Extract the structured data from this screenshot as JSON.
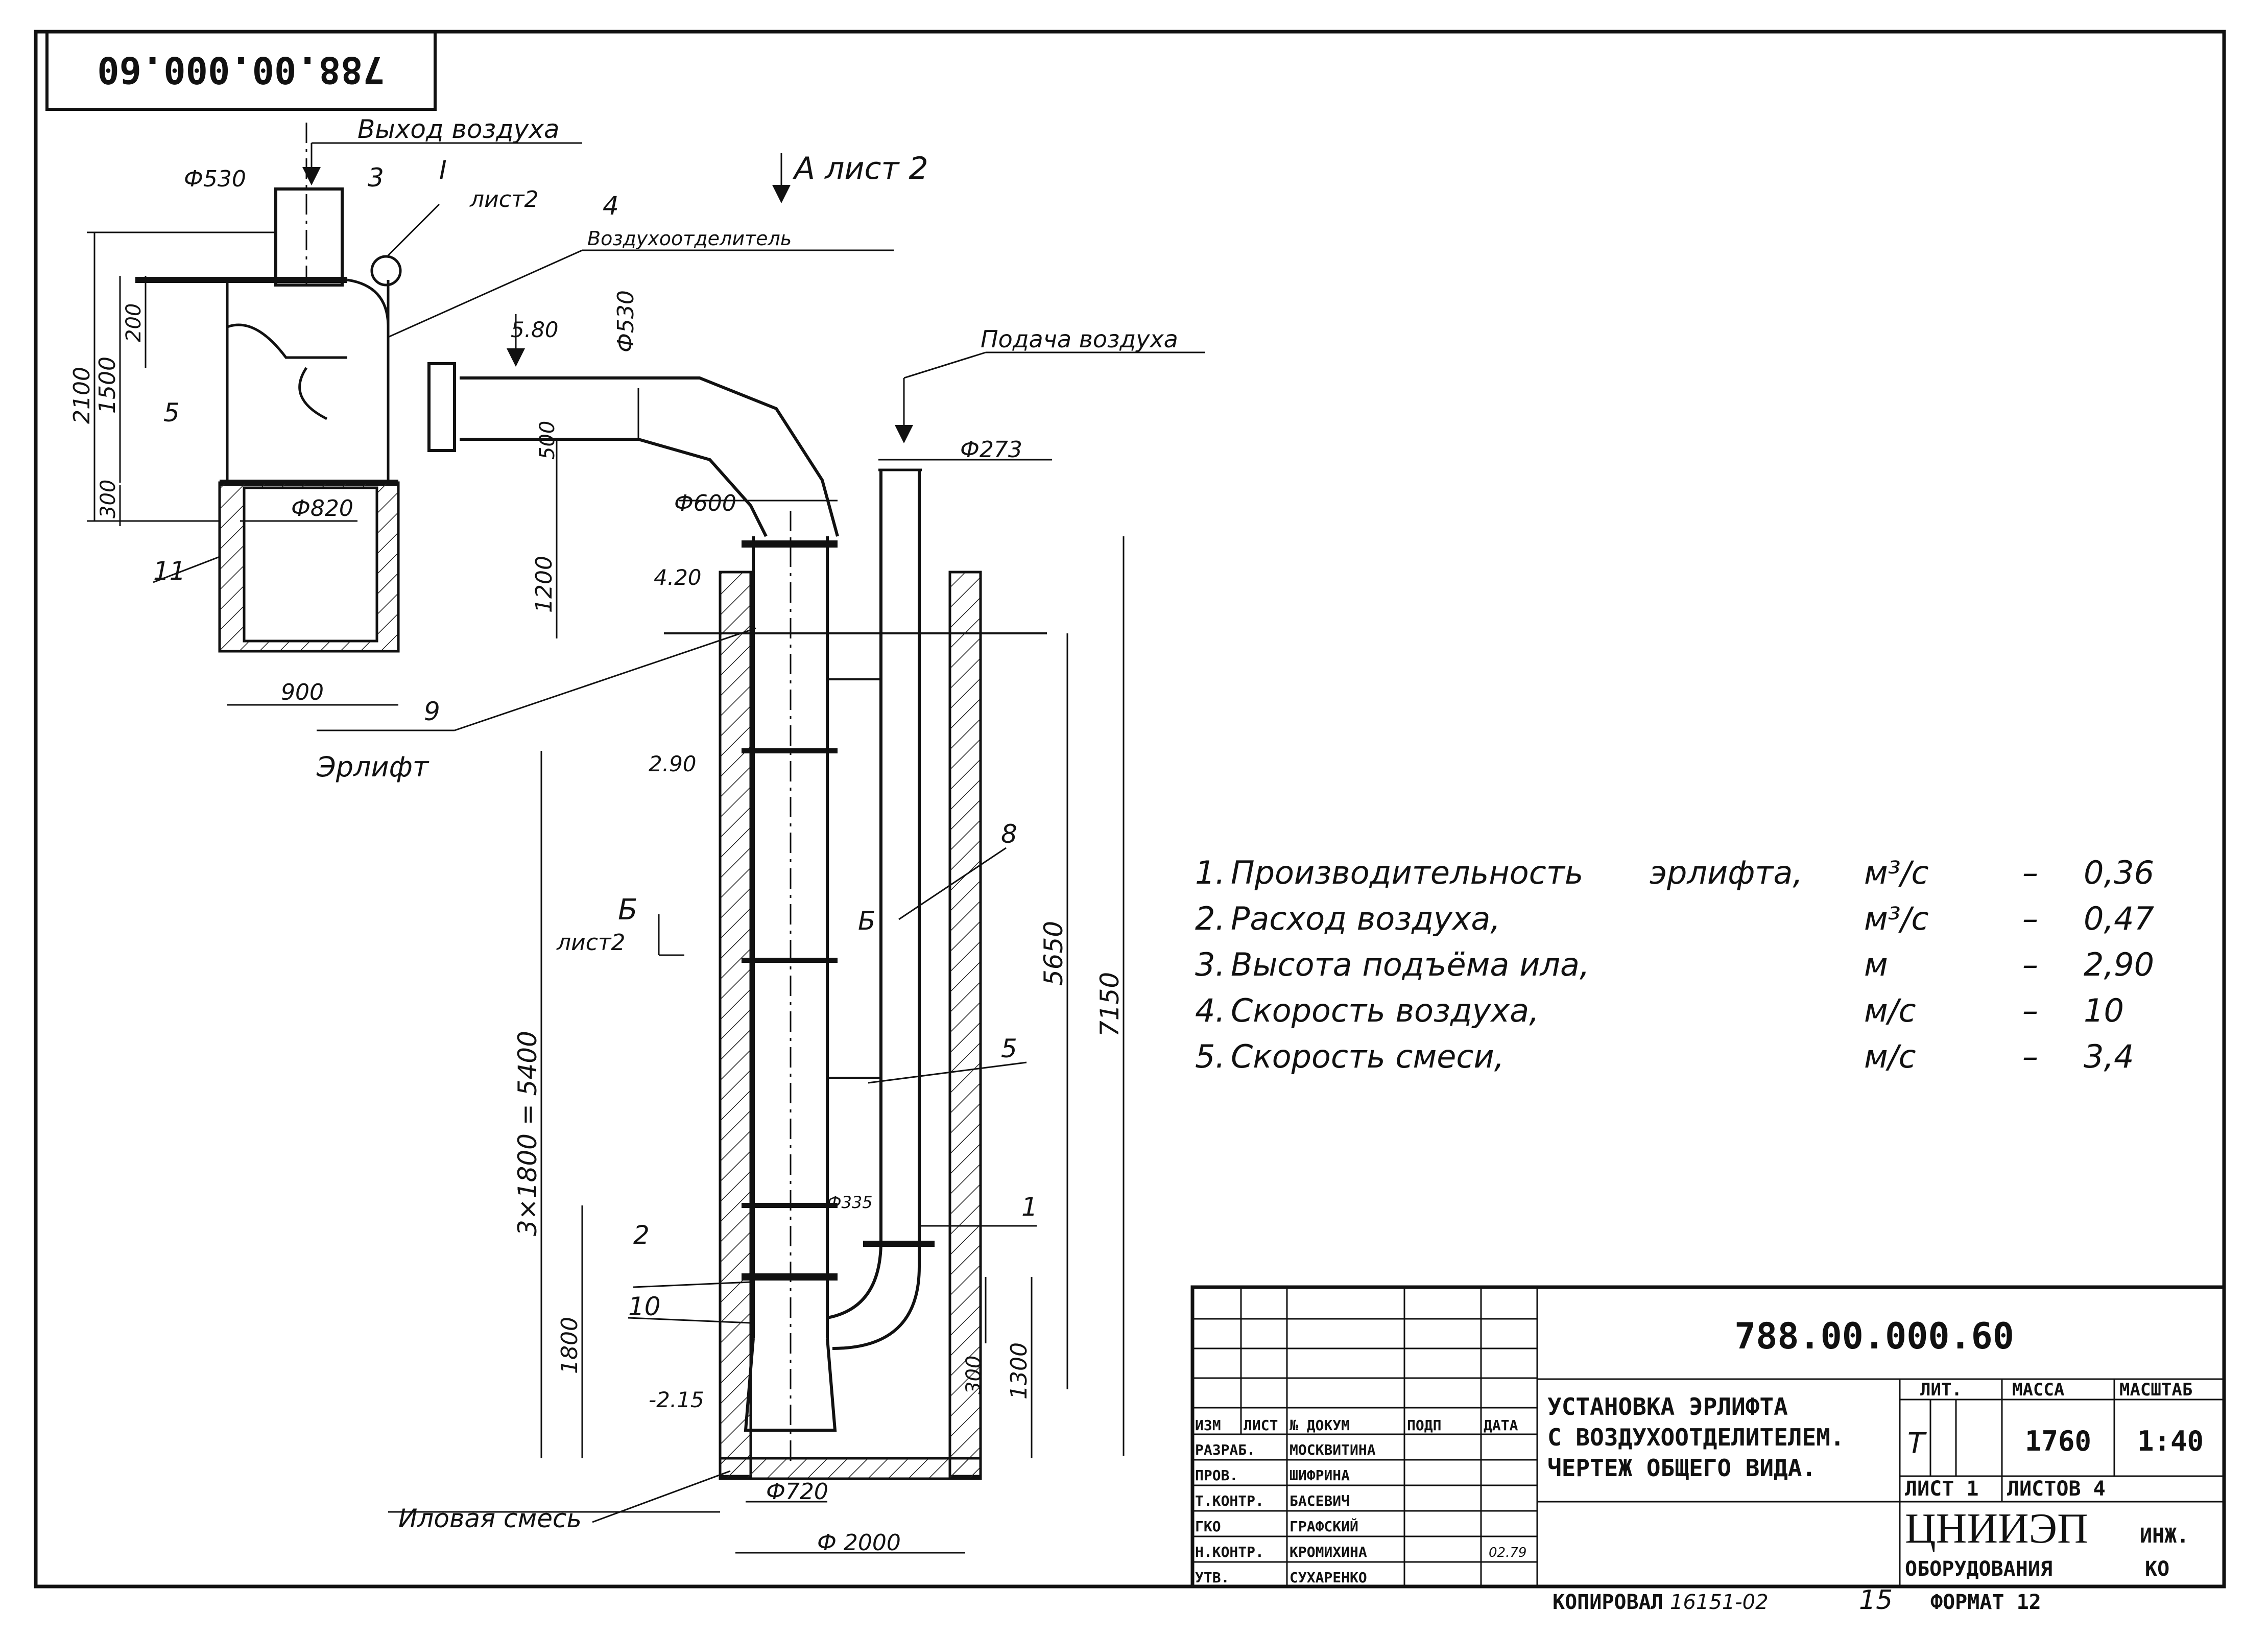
{
  "stamp_top": "788.00.000.60",
  "labels": {
    "air_out": "Выход воздуха",
    "air_sep": "Воздухоотделитель",
    "air_in": "Подача воздуха",
    "view_a": "А лист 2",
    "node_i": "I",
    "node_i_sheet": "лист2",
    "view_b": "Б",
    "view_b_sheet": "лист2",
    "view_b2": "Б",
    "erlift": "Эрлифт",
    "sludge": "Иловая смесь"
  },
  "dims": {
    "d530_top": "Ф530",
    "d530_v": "Ф530",
    "d820": "Ф820",
    "d600": "Ф600",
    "d273": "Ф273",
    "d335": "Ф335",
    "d720": "Ф720",
    "d2000": "Ф 2000",
    "w900": "900",
    "h2100": "2100",
    "h1500": "1500",
    "h200": "200",
    "h300": "300",
    "h500": "500",
    "h1200": "1200",
    "h5650": "5650",
    "h7150": "7150",
    "h5400": "3×1800 = 5400",
    "h1800": "1800",
    "h300b": "300",
    "h1300": "1300",
    "lv580": "5.80",
    "lv420": "4.20",
    "lv290": "2.90",
    "lv215": "-2.15"
  },
  "pos": [
    "1",
    "2",
    "3",
    "4",
    "5",
    "5",
    "8",
    "9",
    "9",
    "10",
    "11"
  ],
  "specs": [
    {
      "n": "1.",
      "name": "Производительность",
      "name2": "эрлифта,",
      "unit": "м³/с",
      "dash": "–",
      "val": "0,36"
    },
    {
      "n": "2.",
      "name": "Расход воздуха,",
      "name2": "",
      "unit": "м³/с",
      "dash": "–",
      "val": "0,47"
    },
    {
      "n": "3.",
      "name": "Высота подъёма ила,",
      "name2": "",
      "unit": "м",
      "dash": "–",
      "val": "2,90"
    },
    {
      "n": "4.",
      "name": "Скорость воздуха,",
      "name2": "",
      "unit": "м/с",
      "dash": "–",
      "val": "10"
    },
    {
      "n": "5.",
      "name": "Скорость смеси,",
      "name2": "",
      "unit": "м/с",
      "dash": "–",
      "val": "3,4"
    }
  ],
  "title_block": {
    "doc_no": "788.00.000.60",
    "title_lines": [
      "УСТАНОВКА ЭРЛИФТА",
      "С ВОЗДУХООТДЕЛИТЕЛЕМ.",
      "ЧЕРТЕЖ ОБЩЕГО ВИДА."
    ],
    "head": [
      "ИЗМ",
      "ЛИСТ",
      "№ ДОКУМ",
      "ПОДП",
      "ДАТА"
    ],
    "people": [
      {
        "role": "РАЗРАБ.",
        "name": "МОСКВИТИНА"
      },
      {
        "role": "ПРОВ.",
        "name": "ШИФРИНА"
      },
      {
        "role": "Т.КОНТР.",
        "name": "БАСЕВИЧ"
      },
      {
        "role": "ГКО",
        "name": "ГРАФСКИЙ"
      },
      {
        "role": "Н.КОНТР.",
        "name": "КРОМИХИНА"
      },
      {
        "role": "УТВ.",
        "name": "СУХАРЕНКО"
      }
    ],
    "date": "02.79",
    "lit_label": "ЛИТ.",
    "mass_label": "МАССА",
    "scale_label": "МАСШТАБ",
    "lit": "Т",
    "mass": "1760",
    "scale": "1:40",
    "sheet": "ЛИСТ 1",
    "sheets": "ЛИСТОВ 4",
    "org": "ЦНИИЭП",
    "org2": "ИНЖ.",
    "org3": "ОБОРУДОВАНИЯ",
    "org4": "КО"
  },
  "footer": {
    "copied": "КОПИРОВАЛ",
    "copied_no": "16151-02",
    "page": "15",
    "format": "ФОРМАТ 12"
  }
}
